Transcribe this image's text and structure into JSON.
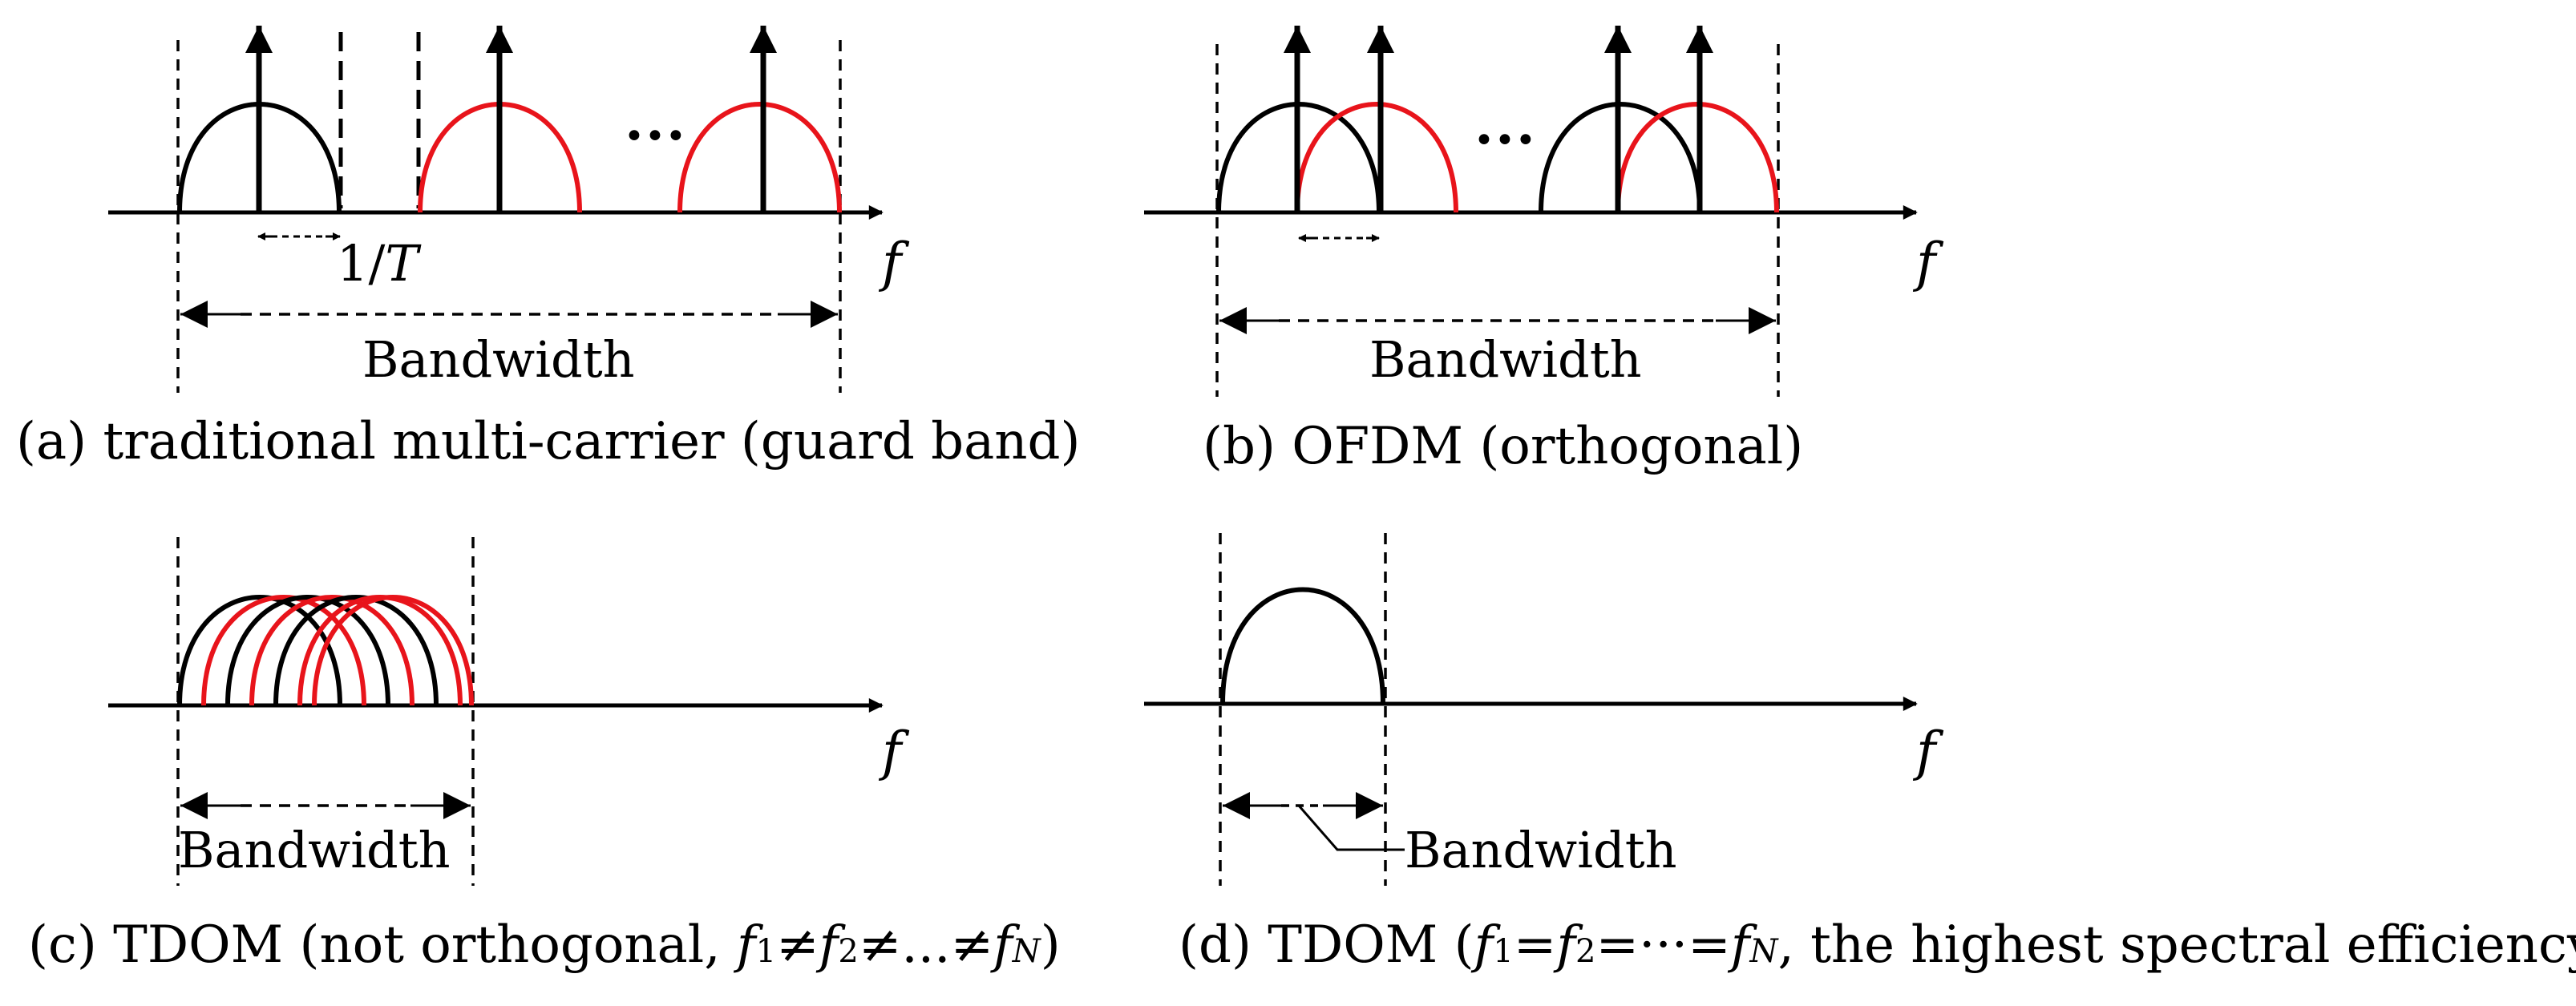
{
  "colors": {
    "black": "#000000",
    "red": "#e8141b"
  },
  "panel_a": {
    "caption": "(a) traditional multi-carrier (guard band)",
    "period_label_num": "1/",
    "period_label_var": "T",
    "bandwidth_label": "Bandwidth",
    "freq_label": "f",
    "ellipsis": "•••"
  },
  "panel_b": {
    "caption": "(b) OFDM (orthogonal)",
    "bandwidth_label": "Bandwidth",
    "freq_label": "f",
    "ellipsis": "•••"
  },
  "panel_c": {
    "caption_prefix": "(c) TDOM  (not orthogonal, ",
    "f": "f",
    "s1": "1",
    "s2": "2",
    "neq": "≠",
    "dots": "...",
    "sN": "N",
    "close": ")",
    "bandwidth_label": "Bandwidth",
    "freq_label": "f"
  },
  "panel_d": {
    "caption_prefix": "(d) TDOM (",
    "f": "f",
    "s1": "1",
    "s2": "2",
    "eq": "=",
    "dots": "···",
    "sN": "N",
    "caption_suffix": ", the highest spectral efficiency)",
    "bandwidth_label": "Bandwidth",
    "freq_label": "f"
  }
}
